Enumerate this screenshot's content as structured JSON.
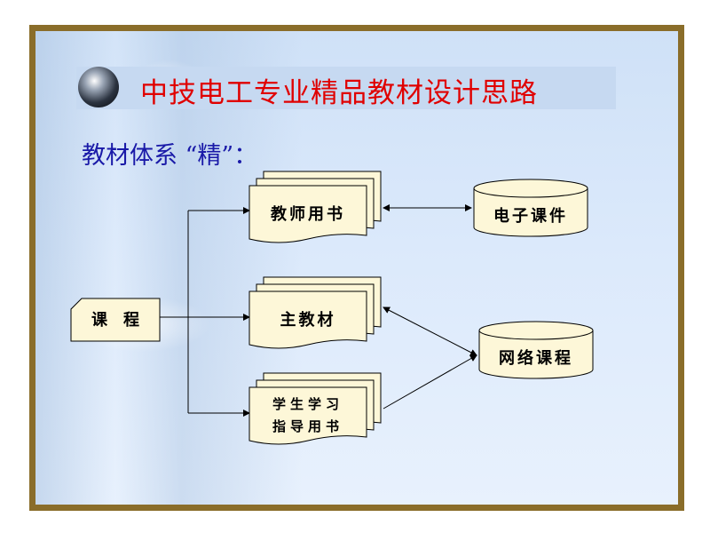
{
  "slide": {
    "title": "中技电工专业精品教材设计思路",
    "subtitle": "教材体系 “精”："
  },
  "diagram": {
    "source": "课　程",
    "teacher_book": "教师用书",
    "main_textbook": "主教材",
    "student_guide_line1": "学生学习",
    "student_guide_line2": "指导用书",
    "e_courseware": "电子课件",
    "online_course": "网络课程"
  },
  "colors": {
    "frame": "#8a6d2a",
    "title_text": "#e00000",
    "title_bar": "#c6d9f1",
    "subtitle_text": "#1a1aa8",
    "box_fill": "#fdf7d8"
  }
}
